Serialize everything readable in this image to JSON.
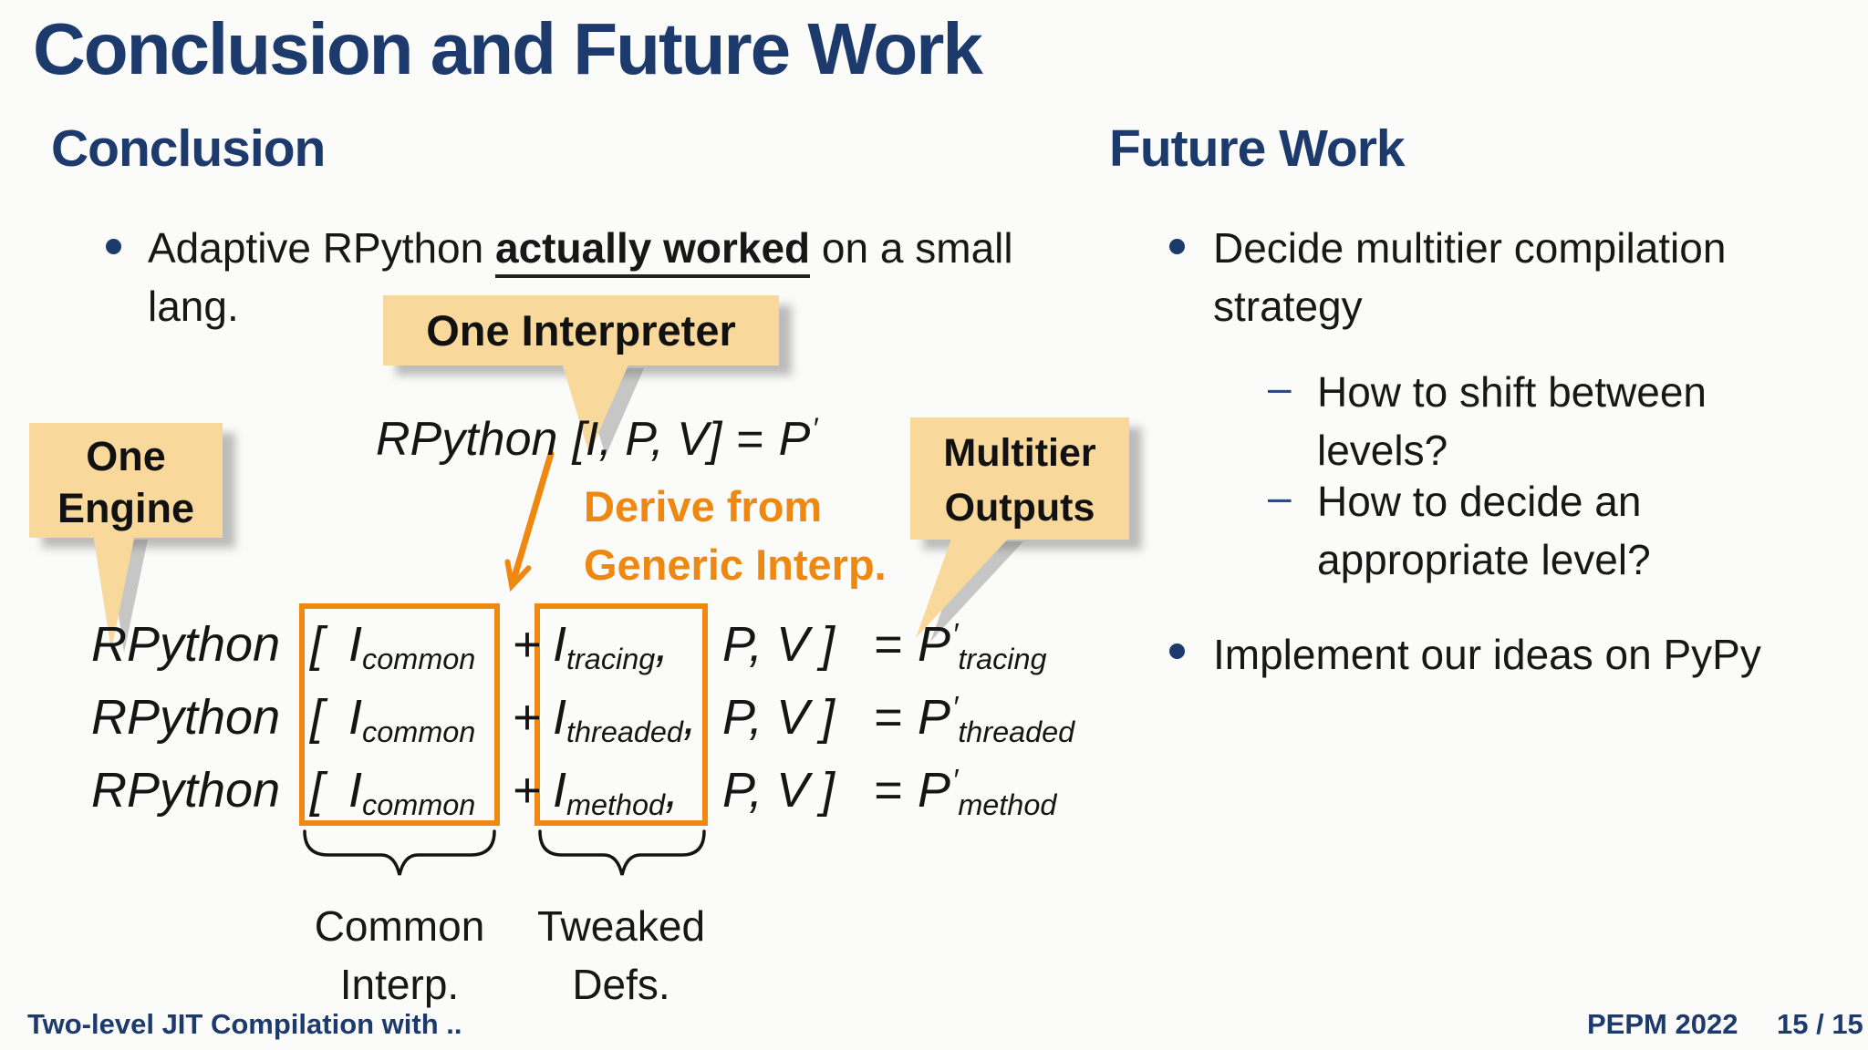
{
  "title": "Conclusion and Future Work",
  "sections": {
    "left_heading": "Conclusion",
    "right_heading": "Future Work"
  },
  "conclusion": {
    "bullet": {
      "pre": "Adaptive RPython ",
      "emphasis": "actually worked",
      "post": " on a small lang."
    }
  },
  "callouts": {
    "one_interpreter": "One Interpreter",
    "one_engine": {
      "line1": "One",
      "line2": "Engine"
    },
    "multitier_outputs": {
      "line1": "Multitier",
      "line2": "Outputs"
    }
  },
  "derive": {
    "line1": "Derive from",
    "line2": "Generic Interp."
  },
  "formula": {
    "name": "RPython",
    "open": "[",
    "vars": "I, P, V",
    "close": "]",
    "eq": "=",
    "result": "P",
    "prime": "′"
  },
  "equations": {
    "symbols": {
      "lhs": "RPython",
      "open": "[",
      "base": "I",
      "plus": "+",
      "comma": ",",
      "args": "P, V",
      "close": "]",
      "eq": "=",
      "result": "P",
      "prime": "′"
    },
    "rows": [
      {
        "common_sub": "common",
        "tweak_sub": "tracing",
        "result_sub": "tracing"
      },
      {
        "common_sub": "common",
        "tweak_sub": "threaded",
        "result_sub": "threaded"
      },
      {
        "common_sub": "common",
        "tweak_sub": "method",
        "result_sub": "method"
      }
    ],
    "labels": {
      "left_line1": "Common",
      "left_line2": "Interp.",
      "right_line1": "Tweaked",
      "right_line2": "Defs."
    }
  },
  "future": {
    "bullet1": "Decide multitier compilation strategy",
    "sub_marker": "–",
    "sub1": "How to shift between levels?",
    "sub2": "How to decide an appropriate level?",
    "bullet2": "Implement our ideas on PyPy"
  },
  "footer": {
    "title": "Two-level JIT Compilation with ..",
    "conference": "PEPM 2022",
    "page": "15 / 15"
  },
  "colors": {
    "navy": "#1c3a6b",
    "orange": "#ef8811",
    "callout_bg": "#f8d99b",
    "text": "#1a1a1a"
  }
}
